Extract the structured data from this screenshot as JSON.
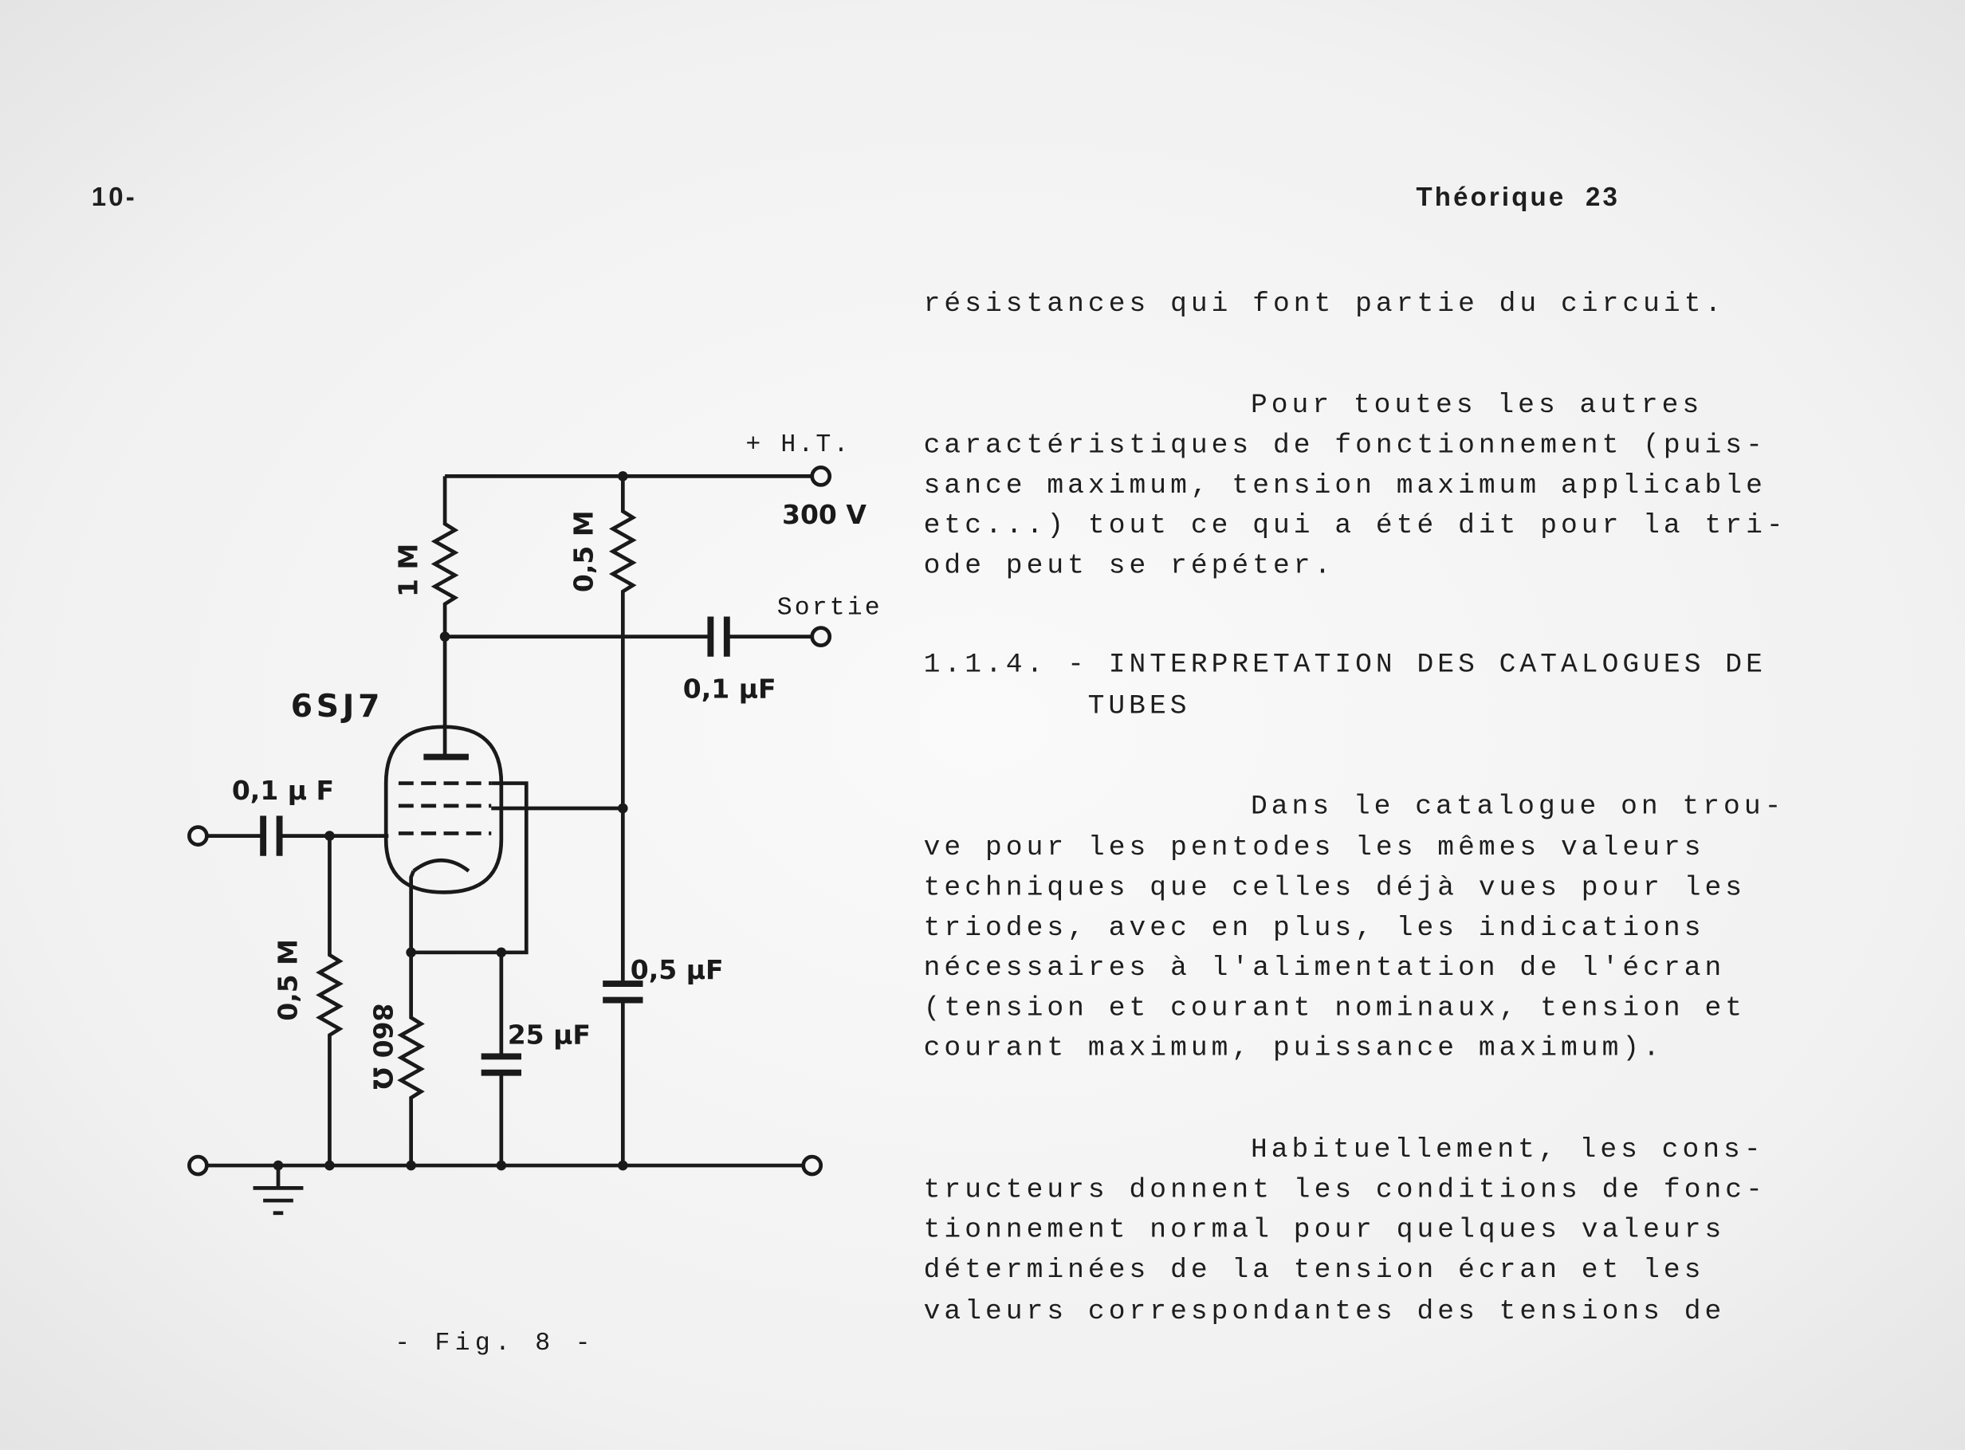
{
  "header": {
    "left": "10-",
    "right": "Théorique  23"
  },
  "figure": {
    "caption": "- Fig. 8 -",
    "labels": {
      "ht": "+ H.T.",
      "voltage": "300 V",
      "r_plate": "1 M",
      "r_screen": "0,5 M",
      "output": "Sortie",
      "c_output": "0,1 µF",
      "tube": "6SJ7",
      "c_input": "0,1 µ F",
      "r_grid": "0,5 M",
      "r_cathode": "860 Ω",
      "c_cathode": "25 µF",
      "c_screen": "0,5 µF"
    }
  },
  "body": {
    "p1": [
      "résistances qui font partie du circuit."
    ],
    "p2": [
      "Pour toutes les autres",
      "caractéristiques de fonctionnement (puis-",
      "sance maximum, tension maximum applicable",
      "etc...) tout ce qui a été dit pour la tri-",
      "ode peut se répéter."
    ],
    "section": [
      "1.1.4. - INTERPRETATION DES CATALOGUES DE",
      "TUBES"
    ],
    "p3": [
      "Dans le catalogue on trou-",
      "ve pour les pentodes les mêmes valeurs",
      "techniques que celles déjà vues pour les",
      "triodes, avec en plus, les indications",
      "nécessaires à l'alimentation de l'écran",
      "(tension et courant nominaux, tension et",
      "courant maximum, puissance maximum)."
    ],
    "p4": [
      "Habituellement, les cons-",
      "tructeurs donnent les conditions de fonc-",
      "tionnement normal pour quelques valeurs",
      "déterminées de la tension écran et les",
      "valeurs correspondantes des tensions de"
    ]
  }
}
